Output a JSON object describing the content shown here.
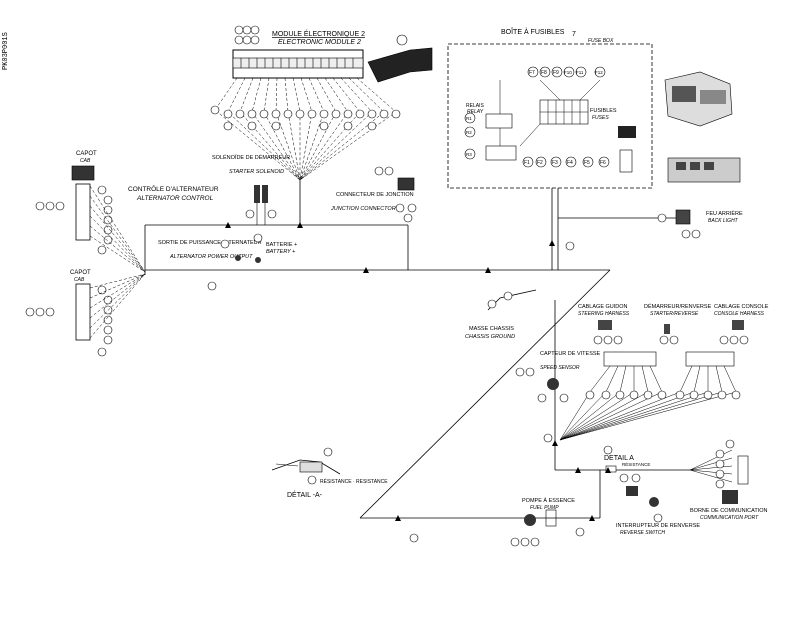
{
  "side_code": "PK03P001S",
  "labels": {
    "module_fr": "MODULE ÉLECTRONIQUE 2",
    "module_en": "ELECTRONIC MODULE 2",
    "fuse_box_fr": "BOÎTE À FUSIBLES",
    "fuse_box_en": "FUSE BOX",
    "relays_fr": "RELAIS",
    "relays_en": "RELAY",
    "fuses_fr": "FUSIBLES",
    "fuses_en": "FUSES",
    "hood_fr": "CAPOT",
    "hood_en": "CAB",
    "alt_ctrl_fr": "CONTRÔLE D'ALTERNATEUR",
    "alt_ctrl_en": "ALTERNATOR CONTROL",
    "starter_sol_fr": "SOLÉNOÏDE DE DÉMARREUR",
    "starter_sol_en": "STARTER SOLENOID",
    "junction_fr": "CONNECTEUR DE JONCTION",
    "junction_en": "JUNCTION CONNECTOR",
    "alt_out_fr": "SORTIE DE PUISSANCE ALTERNATEUR",
    "alt_out_en": "ALTERNATOR POWER OUTPUT",
    "battery_fr": "BATTERIE +",
    "battery_en": "BATTERY +",
    "back_light_fr": "FEU ARRIÈRE",
    "back_light_en": "BACK LIGHT",
    "chassis_gnd_fr": "MASSE CHASSIS",
    "chassis_gnd_en": "CHASSIS GROUND",
    "steering_fr": "CABLAGE GUIDON",
    "steering_en": "STEERING HARNESS",
    "starter_rev_fr": "DÉMARREUR/RENVERSE",
    "starter_rev_en": "STARTER/REVERSE",
    "console_fr": "CABLAGE CONSOLE",
    "console_en": "CONSOLE HARNESS",
    "speed_fr": "CAPTEUR DE VITESSE",
    "speed_en": "SPEED SENSOR",
    "detail_a_right": "DETAIL A",
    "resistance_small": "RÉSISTANCE",
    "fuel_pump_fr": "POMPE À ESSENCE",
    "fuel_pump_en": "FUEL PUMP",
    "reverse_fr": "INTERRUPTEUR DE RENVERSE",
    "reverse_en": "REVERSE SWITCH",
    "comm_fr": "BORNE DE COMMUNICATION",
    "comm_en": "COMMUNICATION PORT",
    "resistance_detail": "RÉSISTANCE · RESISTANCE",
    "detail_a_left": "DÉTAIL -A-",
    "fuse_numbers": [
      "F7",
      "F8",
      "F9",
      "F10",
      "F11",
      "F12",
      "F1",
      "F2",
      "F3",
      "F4",
      "F5",
      "F6"
    ],
    "relay_numbers": [
      "R1",
      "R2",
      "R3"
    ],
    "callout_fuse_box": "7"
  }
}
